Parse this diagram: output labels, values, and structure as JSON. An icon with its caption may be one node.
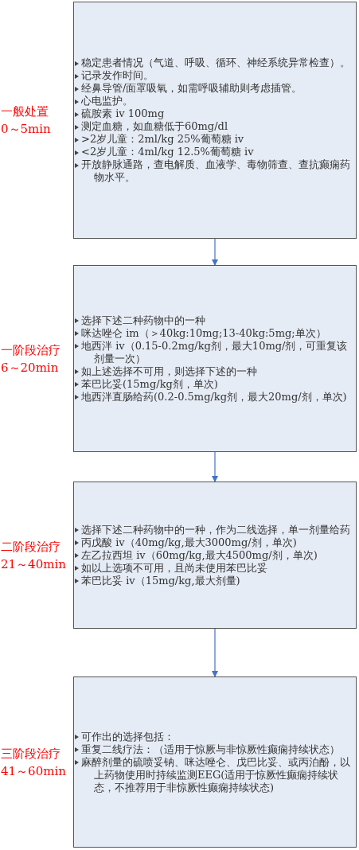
{
  "diagram": {
    "nodes": [
      {
        "text": [
          "稳定患者情况（气道、呼吸、循环、神经系统异常检查）。",
          "记录发作时间。",
          "经鼻导管/面罩吸氧，如需呼吸辅助则考虑插管。",
          "心电监护。",
          "硫胺素 iv 100mg",
          "测定血糖，如血糖低于60mg/dl",
          ">2岁儿童：2ml/kg 25%葡萄糖 iv",
          "<2岁儿童：4ml/kg 12.5%葡萄糖 iv",
          "开放静脉通路，查电解质、血液学、毒物筛查、查抗癫痫药物水平。"
        ],
        "beside": [
          "一般处置",
          "0～5min"
        ]
      },
      {
        "text": [
          "选择下述二种药物中的一种",
          "咪达唑仑 im（＞40kg:10mg;13-40kg:5mg;单次）",
          "地西泮 iv（0.15-0.2mg/kg剂，最大10mg/剂，可重复该剂量一次）",
          "如上述选择不可用，则选择下述的一种",
          "苯巴比妥(15mg/kg剂，单次)",
          "地西泮直肠给药(0.2-0.5mg/kg剂，最大20mg/剂，单次)"
        ],
        "beside": [
          "一阶段治疗",
          "6～20min"
        ]
      },
      {
        "text": [
          "选择下述二种药物中的一种，作为二线选择，单一剂量给药",
          "丙戊酸 iv（40mg/kg,最大3000mg/剂，单次)",
          "左乙拉西坦 iv（60mg/kg,最大4500mg/剂，单次)",
          "如以上选项不可用，且尚未使用苯巴比妥",
          "苯巴比妥 iv（15mg/kg,最大剂量)"
        ],
        "beside": [
          "二阶段治疗",
          "21～40min"
        ]
      },
      {
        "text": [
          "可作出的选择包括：",
          "重复二线疗法：（适用于惊厥与非惊厥性癫痫持续状态）",
          "麻醉剂量的硫喷妥钠、咪达唑仑、戊巴比妥、或丙泊酚，以上药物使用时持续监测EEG(适用于惊厥性癫痫持续状态，不推荐用于非惊厥性癫痫持续状态)"
        ],
        "beside": [
          "三阶段治疗",
          "41～60min"
        ]
      }
    ],
    "edges": [
      {
        "from": 0,
        "to": 1,
        "arrow": "to"
      },
      {
        "from": 1,
        "to": 2,
        "arrow": "to"
      },
      {
        "from": 2,
        "to": 3,
        "arrow": "to"
      }
    ]
  }
}
